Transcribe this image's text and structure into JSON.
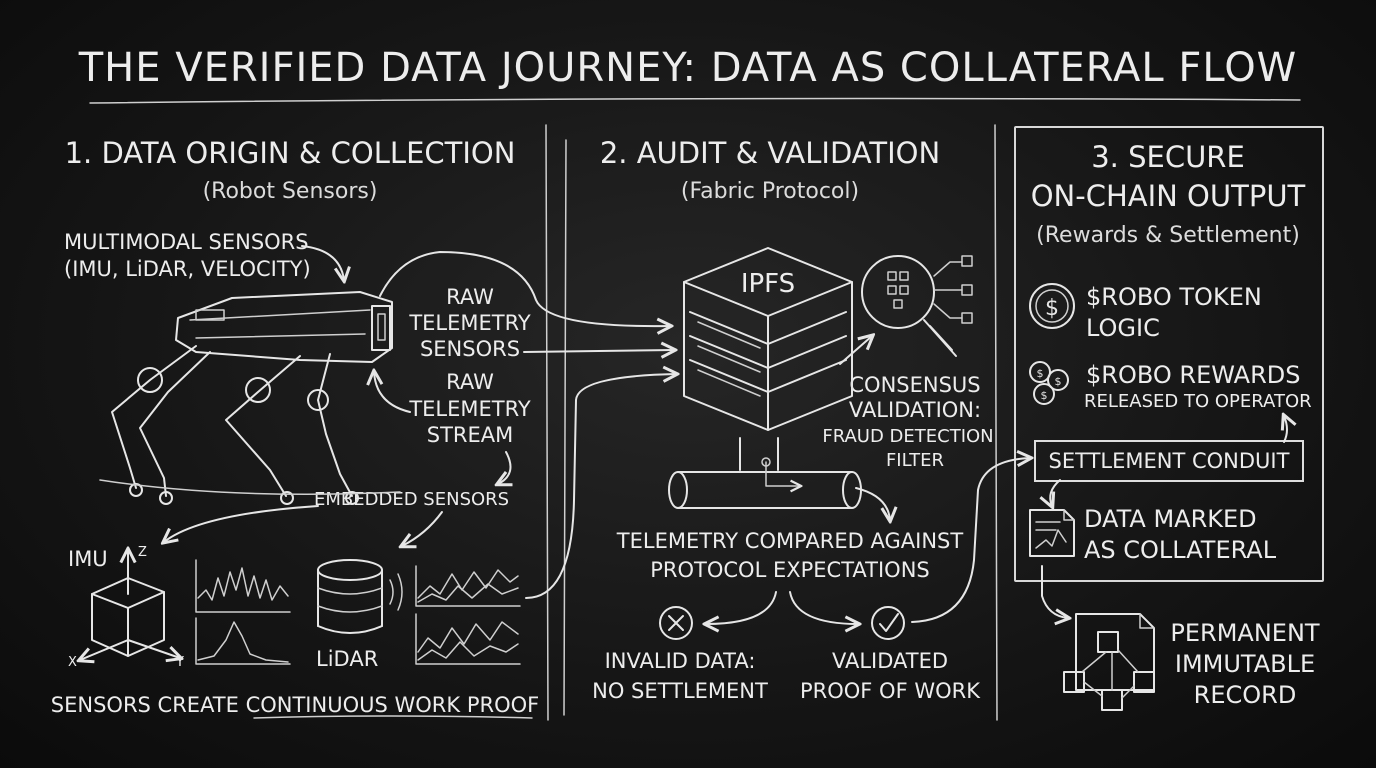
{
  "title": "THE VERIFIED DATA JOURNEY: DATA AS COLLATERAL FLOW",
  "section1": {
    "heading": "1. DATA ORIGIN & COLLECTION",
    "subheading": "(Robot Sensors)",
    "sensors_label_1": "MULTIMODAL SENSORS",
    "sensors_label_2": "(IMU, LiDAR, VELOCITY)",
    "raw_sensors_1": "RAW",
    "raw_sensors_2": "TELEMETRY",
    "raw_sensors_3": "SENSORS",
    "raw_stream_1": "RAW",
    "raw_stream_2": "TELEMETRY",
    "raw_stream_3": "STREAM",
    "embedded": "EMBEDDED SENSORS",
    "imu": "IMU",
    "axis_z": "Z",
    "axis_x": "X",
    "axis_y": "Y",
    "lidar": "LiDAR",
    "footer": "SENSORS CREATE CONTINUOUS WORK PROOF"
  },
  "section2": {
    "heading": "2. AUDIT & VALIDATION",
    "subheading": "(Fabric Protocol)",
    "ipfs": "IPFS",
    "consensus_1": "CONSENSUS",
    "consensus_2": "VALIDATION:",
    "consensus_3": "FRAUD DETECTION",
    "consensus_4": "FILTER",
    "compare_1": "TELEMETRY COMPARED AGAINST",
    "compare_2": "PROTOCOL EXPECTATIONS",
    "invalid_1": "INVALID DATA:",
    "invalid_2": "NO SETTLEMENT",
    "valid_1": "VALIDATED",
    "valid_2": "PROOF OF WORK"
  },
  "section3": {
    "heading_1": "3. SECURE",
    "heading_2": "ON-CHAIN OUTPUT",
    "subheading": "(Rewards & Settlement)",
    "token_1": "$ROBO TOKEN",
    "token_2": "LOGIC",
    "rewards_1": "$ROBO REWARDS",
    "rewards_2": "RELEASED TO OPERATOR",
    "conduit": "SETTLEMENT CONDUIT",
    "collateral_1": "DATA MARKED",
    "collateral_2": "AS COLLATERAL",
    "record_1": "PERMANENT",
    "record_2": "IMMUTABLE",
    "record_3": "RECORD"
  },
  "icons": {
    "dollar": "$",
    "cross": "✕",
    "check": "✓"
  }
}
